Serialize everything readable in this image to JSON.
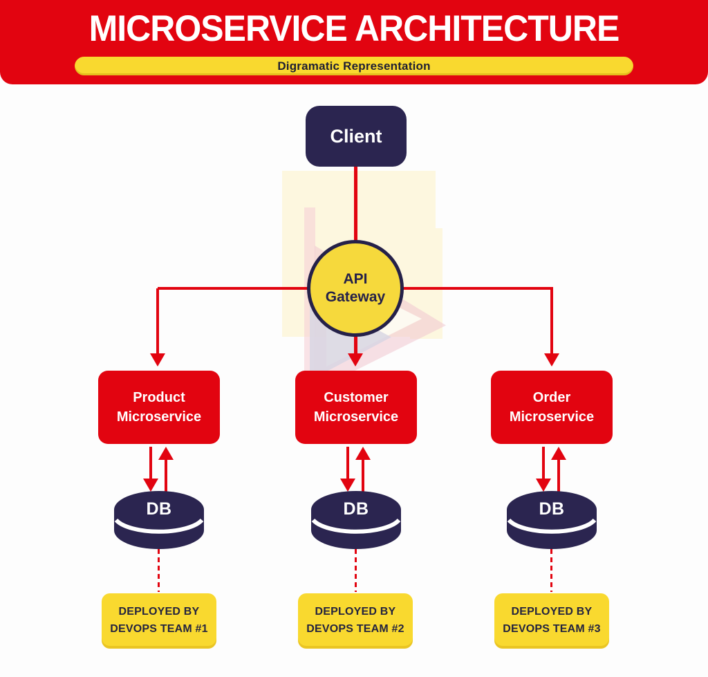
{
  "header": {
    "title": "MICROSERVICE ARCHITECTURE",
    "subtitle": "Digramatic Representation"
  },
  "client": {
    "label": "Client"
  },
  "gateway": {
    "label": "API Gateway"
  },
  "services": [
    {
      "name": "Product Microservice",
      "db_label": "DB",
      "deploy": "DEPLOYED BY DEVOPS TEAM #1"
    },
    {
      "name": "Customer Microservice",
      "db_label": "DB",
      "deploy": "DEPLOYED BY DEVOPS TEAM #2"
    },
    {
      "name": "Order Microservice",
      "db_label": "DB",
      "deploy": "DEPLOYED BY DEVOPS TEAM #3"
    }
  ],
  "colors": {
    "red": "#e20410",
    "yellow": "#f9d92f",
    "navy": "#2b2550"
  }
}
